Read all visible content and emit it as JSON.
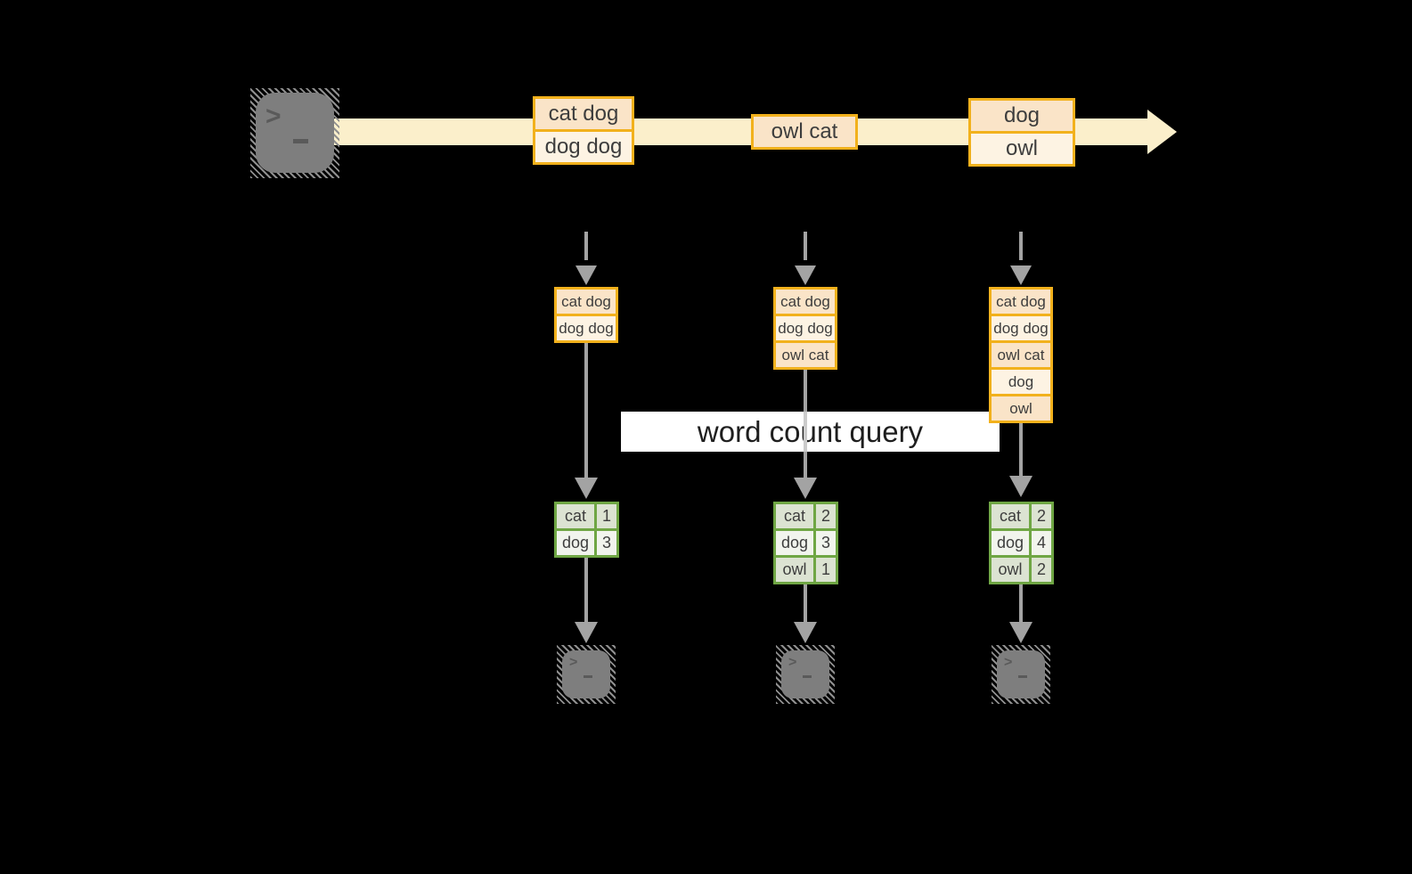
{
  "colors": {
    "background": "#000000",
    "stream_band": "#FBEFCB",
    "event_fill_peach": "#FAE4C8",
    "event_fill_cream": "#FDF3E3",
    "event_border_gold": "#F2B11C",
    "table_border_green": "#6FA644",
    "table_row_dark": "#DCE3D2",
    "table_row_light": "#F1F4ED",
    "arrow_gray": "#A3A3A3",
    "terminal_gray": "#7E7E7E",
    "text_dark": "#3D3D3D"
  },
  "icons": {
    "terminal_prompt": ">"
  },
  "stream": {
    "events": [
      {
        "rows": [
          "cat dog",
          "dog dog"
        ]
      },
      {
        "rows": [
          "owl cat"
        ]
      },
      {
        "rows": [
          "dog",
          "owl"
        ]
      }
    ]
  },
  "query": {
    "label": "word count query"
  },
  "columns": [
    {
      "buffer": [
        "cat dog",
        "dog dog"
      ],
      "counts": [
        {
          "word": "cat",
          "count": "1"
        },
        {
          "word": "dog",
          "count": "3"
        }
      ]
    },
    {
      "buffer": [
        "cat dog",
        "dog dog",
        "owl cat"
      ],
      "counts": [
        {
          "word": "cat",
          "count": "2"
        },
        {
          "word": "dog",
          "count": "3"
        },
        {
          "word": "owl",
          "count": "1"
        }
      ]
    },
    {
      "buffer": [
        "cat dog",
        "dog dog",
        "owl cat",
        "dog",
        "owl"
      ],
      "counts": [
        {
          "word": "cat",
          "count": "2"
        },
        {
          "word": "dog",
          "count": "4"
        },
        {
          "word": "owl",
          "count": "2"
        }
      ]
    }
  ]
}
